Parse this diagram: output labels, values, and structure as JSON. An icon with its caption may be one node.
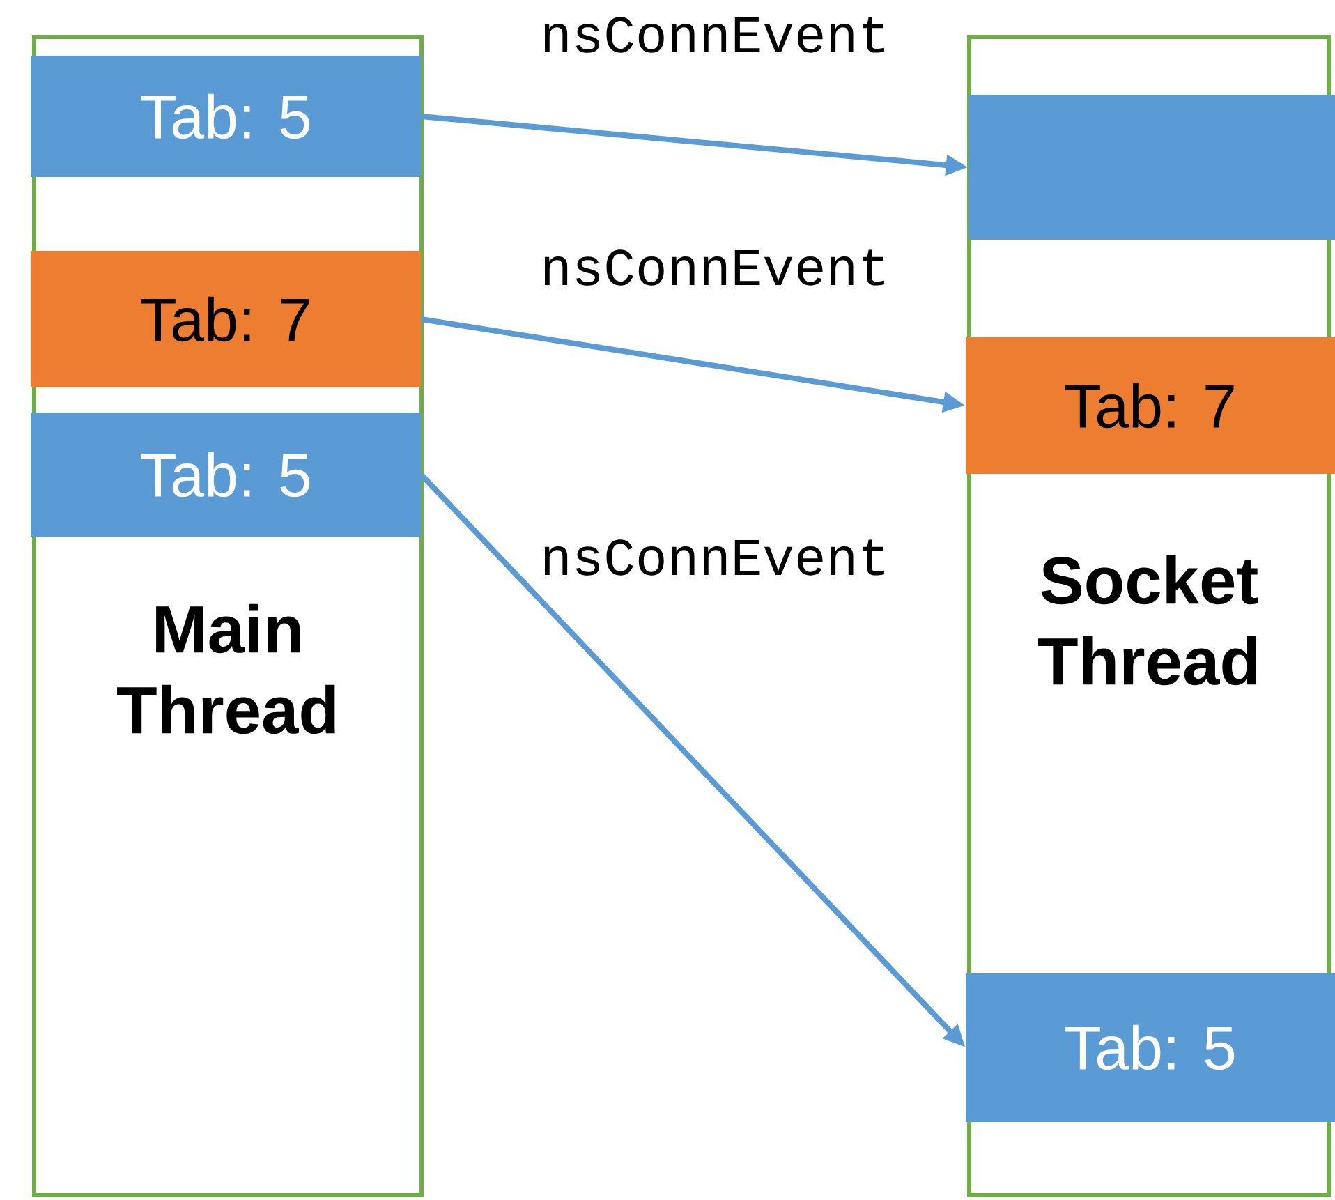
{
  "diagram": {
    "nodes": [
      {
        "text": [
          "Main Thread"
        ]
      },
      {
        "text": [
          "Tab: 5"
        ],
        "in": 0
      },
      {
        "text": [
          "Tab: 7"
        ],
        "in": 0
      },
      {
        "text": [
          "Tab: 5"
        ],
        "in": 0
      },
      {
        "text": [
          "Socket Thread"
        ]
      },
      {
        "text": [],
        "shape": "box",
        "in": 4
      },
      {
        "text": [
          "Tab: 7"
        ],
        "in": 4
      },
      {
        "text": [
          "Tab: 5"
        ],
        "in": 4
      }
    ],
    "edges": [
      {
        "from": 1,
        "to": 5,
        "arrow": "to",
        "label": "nsConnEvent"
      },
      {
        "from": 2,
        "to": 6,
        "arrow": "to",
        "label": "nsConnEvent"
      },
      {
        "from": 3,
        "to": 7,
        "arrow": "to",
        "label": "nsConnEvent"
      }
    ]
  }
}
